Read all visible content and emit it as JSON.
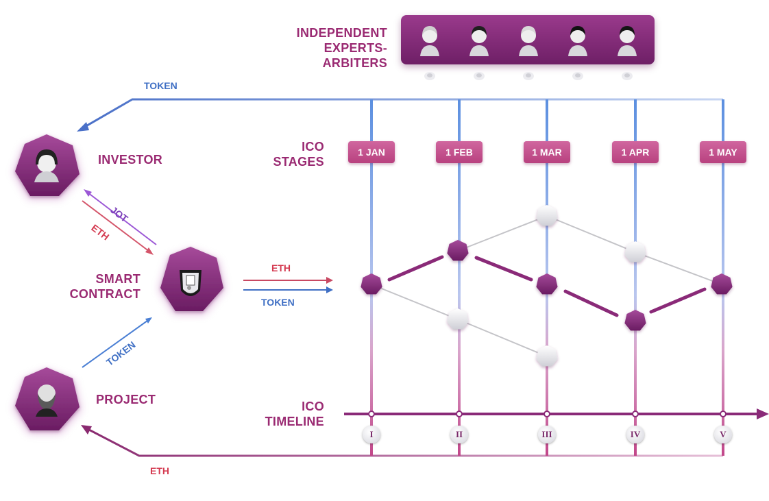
{
  "arbiters": {
    "label_line1": "INDEPENDENT",
    "label_line2": "EXPERTS-ARBITERS",
    "count": 5
  },
  "actors": {
    "investor": "INVESTOR",
    "smart_contract_line1": "SMART",
    "smart_contract_line2": "CONTRACT",
    "project": "PROJECT"
  },
  "flows": {
    "top_token": "TOKEN",
    "jot": "JOT",
    "eth_left": "ETH",
    "eth_right": "ETH",
    "token_right": "TOKEN",
    "token_project": "TOKEN",
    "bottom_eth": "ETH"
  },
  "stages": {
    "label_line1": "ICO",
    "label_line2": "STAGES",
    "dates": [
      "1 JAN",
      "1 FEB",
      "1 MAR",
      "1 APR",
      "1 MAY"
    ]
  },
  "timeline": {
    "label_line1": "ICO",
    "label_line2": "TIMELINE",
    "numerals": [
      "I",
      "II",
      "III",
      "IV",
      "V"
    ]
  },
  "colors": {
    "purple": "#8a2a80",
    "pink": "#c2478a",
    "blue": "#4a7fd4",
    "red": "#d43a50",
    "grey": "#bdbdbd"
  }
}
